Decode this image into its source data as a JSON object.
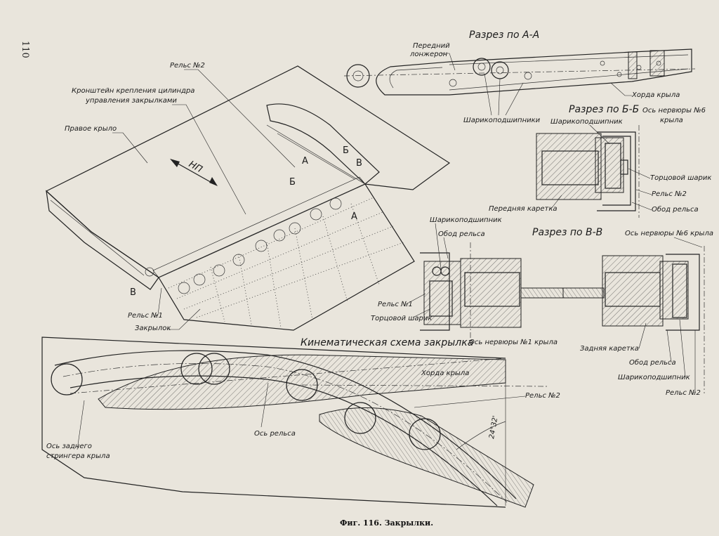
{
  "page_number": "110",
  "caption": "Фиг. 116. Закрылки.",
  "section_titles": {
    "section_aa": "Разрез по А-А",
    "section_bb": "Разрез по Б-Б",
    "section_vv": "Разрез по В-В",
    "kinematic": "Кинематическая схема закрылка"
  },
  "labels": {
    "rail_2_top": "Рельс №2",
    "cylinder_bracket_1": "Кронштейн крепления цилиндра",
    "cylinder_bracket_2": "управления закрылками",
    "right_wing": "Правое крыло",
    "np": "НП",
    "rail_1": "Рельс №1",
    "flap": "Закрылок",
    "mark_a": "А",
    "mark_b": "Б",
    "mark_v": "В",
    "front_spar_1": "Передний",
    "front_spar_2": "лонжерон",
    "wing_chord_aa": "Хорда крыла",
    "bearings_aa": "Шарикоподшипники",
    "rib6_axis_bb_1": "Ось нервюры №6",
    "rib6_axis_bb_2": "крыла",
    "bearing_bb": "Шарикоподшипник",
    "end_ball_bb": "Торцовой шарик",
    "rail_2_bb": "Рельс №2",
    "rail_rim_bb": "Обод рельса",
    "front_carriage": "Передняя каретка",
    "bearing_vv": "Шарикоподшипник",
    "rail_rim_vv_top": "Обод рельса",
    "rib6_axis_vv": "Ось нервюры №6 крыла",
    "rail_1_vv": "Рельс №1",
    "end_ball_vv": "Торцовой шарик",
    "rib1_axis_vv": "Ось нервюры №1 крыла",
    "rear_carriage": "Задняя каретка",
    "rail_rim_vv_bottom": "Обод рельса",
    "bearing_vv_bottom": "Шарикоподшипник",
    "rail_2_vv": "Рельс №2",
    "wing_chord_kin": "Хорда крыла",
    "rail_2_kin": "Рельс №2",
    "rail_axis": "Ось рельса",
    "angle": "24°32'",
    "rear_stringer_1": "Ось заднего",
    "rear_stringer_2": "стрингера крыла"
  }
}
